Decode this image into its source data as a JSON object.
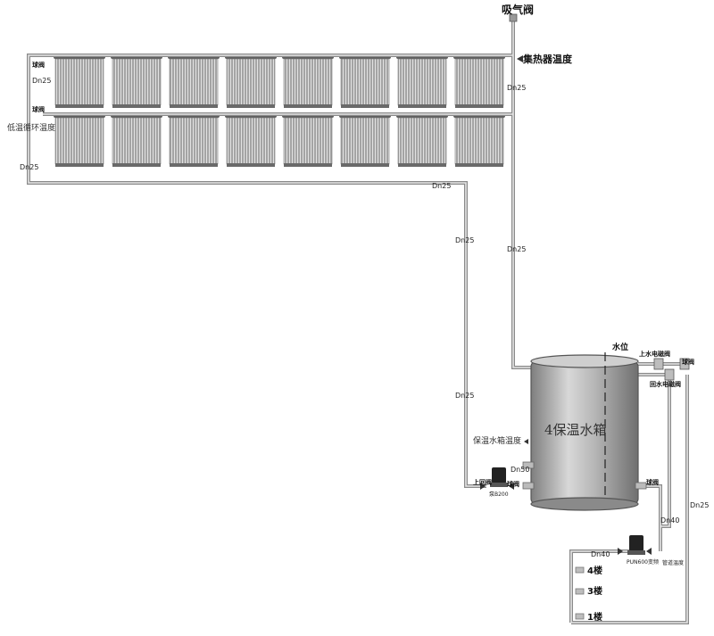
{
  "labels": {
    "air_valve": "吸气阀",
    "collector_temp": "集热器温度",
    "ball_valve_1": "球阀",
    "ball_valve_2": "球阀",
    "low_temp_circ": "低温循环温度",
    "dn25_a": "Dn25",
    "dn25_b": "Dn25",
    "dn25_c": "Dn25",
    "dn25_d": "Dn25",
    "dn25_e": "Dn25",
    "dn25_f": "Dn25",
    "dn25_g": "Dn25",
    "dn25_h": "Dn25",
    "dn50": "Dn50",
    "dn40_a": "Dn40",
    "dn40_b": "Dn40",
    "water_level": "水位",
    "tank_name": "4保温水箱",
    "tank_temp": "保温水箱温度",
    "inlet_solenoid": "上水电磁阀",
    "return_solenoid": "回水电磁阀",
    "ball_valve_3": "球阀",
    "ball_valve_4": "球阀",
    "ball_valve_5": "球阀",
    "inlet_valve": "上回阀",
    "pump1": "泵B200",
    "pump2": "PUN600变频",
    "pipe_temp": "管道温度",
    "floor4": "4楼",
    "floor3": "3楼",
    "floor1": "1楼"
  },
  "colors": {
    "pipe": "#c8c8c8",
    "pipe_edge": "#8a8a8a",
    "panel": "#9a9a9a",
    "tank": "#a9a9a9"
  }
}
